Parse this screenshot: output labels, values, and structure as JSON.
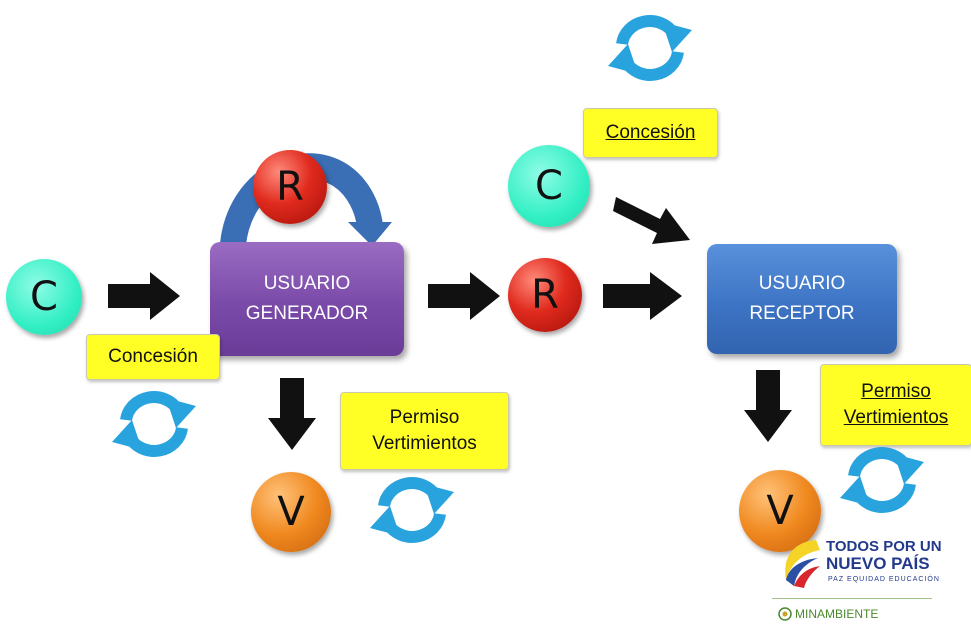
{
  "nodes": {
    "c_left": "C",
    "r_top": "R",
    "r_mid": "R",
    "c_right": "C",
    "v_left": "V",
    "v_right": "V"
  },
  "boxes": {
    "generador_line1": "USUARIO",
    "generador_line2": "GENERADOR",
    "receptor_line1": "USUARIO",
    "receptor_line2": "RECEPTOR"
  },
  "labels": {
    "concesion_left": "Concesión",
    "concesion_right": "Concesión",
    "permiso_left_line1": "Permiso",
    "permiso_left_line2": "Vertimientos",
    "permiso_right_line1": "Permiso",
    "permiso_right_line2": "Vertimientos"
  },
  "logo": {
    "line1": "TODOS POR UN",
    "line2": "NUEVO PAÍS",
    "tagline": "PAZ  EQUIDAD  EDUCACIÓN",
    "ministry": "MINAMBIENTE"
  },
  "colors": {
    "green_node": "#33efc4",
    "red_node": "#e02a1e",
    "orange_node": "#f0891f",
    "purple_box": "#7a4aa8",
    "blue_box": "#3d74c4",
    "label_yellow": "#ffff26",
    "cycle_blue": "#29a3dd",
    "curved_arrow": "#3a6fb5"
  }
}
